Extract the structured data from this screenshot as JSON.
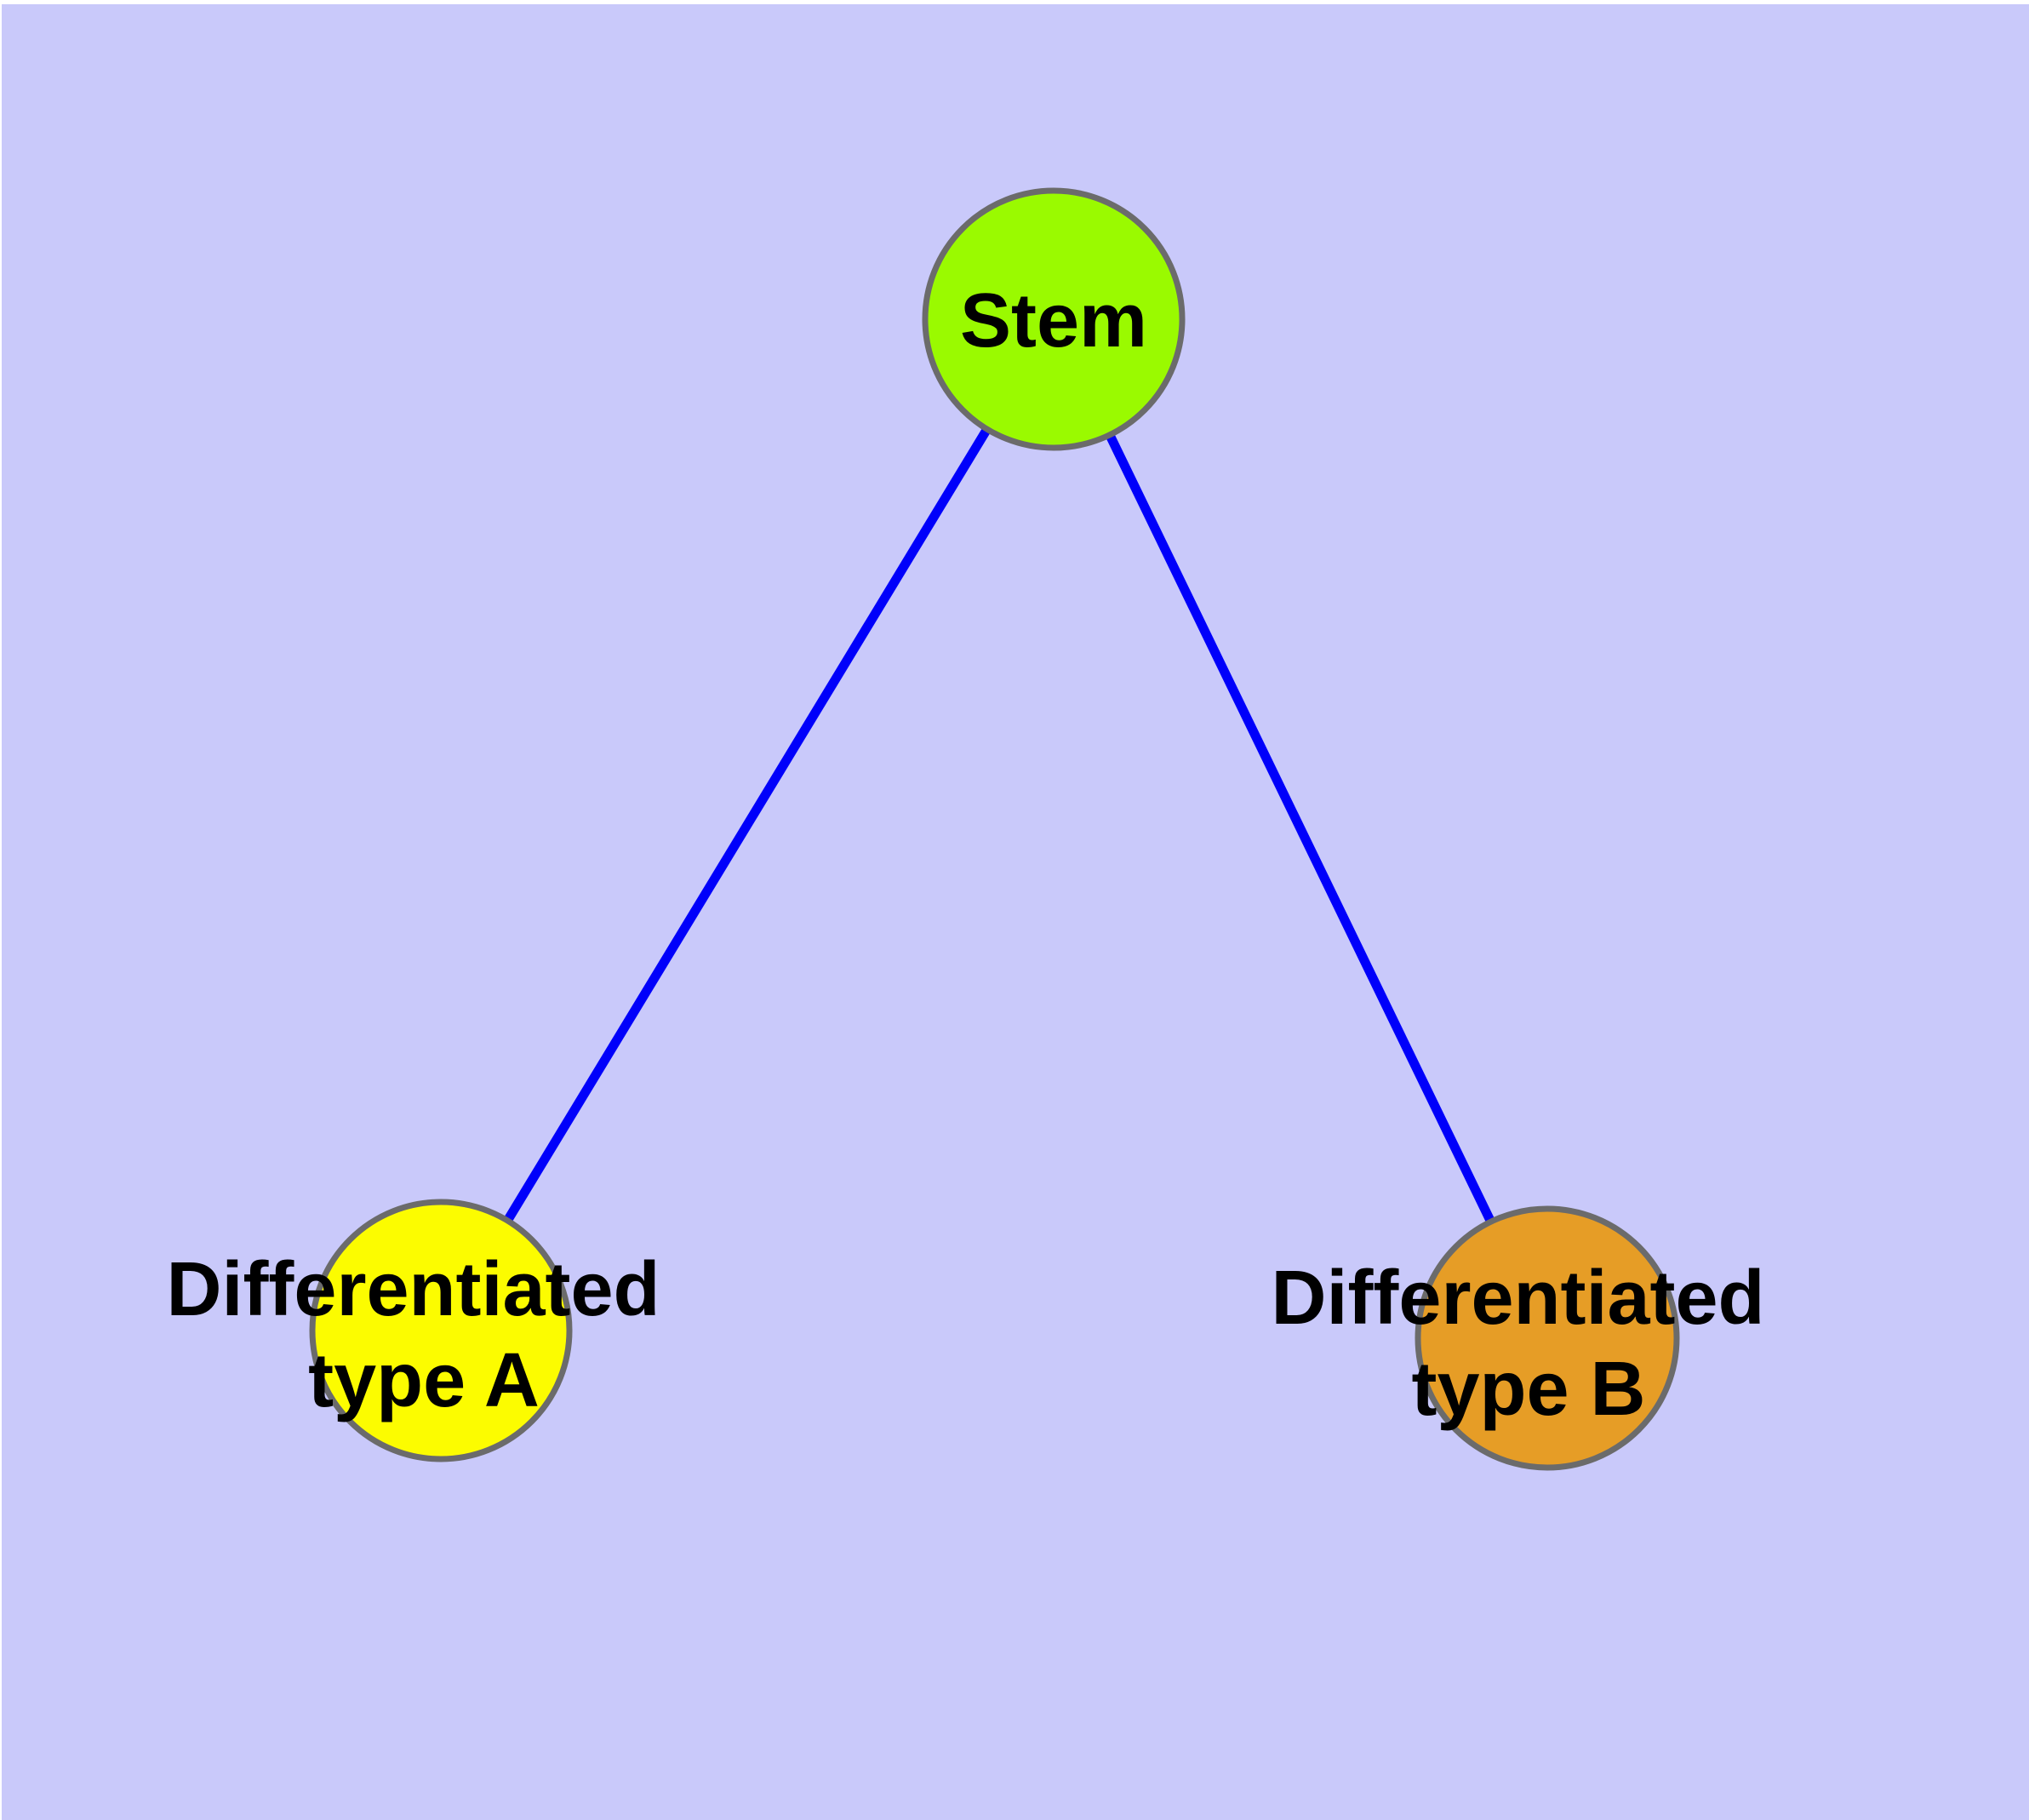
{
  "diagram": {
    "type": "undirected-graph",
    "description": "Cell differentiation tree: one stem node connected to two differentiated cell type nodes",
    "colors": {
      "page_margin": "#ffffff",
      "background": "#c9c9fa",
      "edge": "#0000fa",
      "node_border": "#6b6b6b",
      "label_text": "#000000"
    },
    "nodes": [
      {
        "id": "stem",
        "label": "Stem",
        "label_lines": [
          "Stem"
        ],
        "fill": "#9afa00"
      },
      {
        "id": "differentiated-type-a",
        "label": "Differentiated type A",
        "label_lines": [
          "Differentiated",
          "type A"
        ],
        "fill": "#fcfc00"
      },
      {
        "id": "differentiated-type-b",
        "label": "Differentiated type B",
        "label_lines": [
          "Differentiated",
          "type B"
        ],
        "fill": "#e69d26"
      }
    ],
    "edges": [
      {
        "from": "Stem",
        "to": "Differentiated type A"
      },
      {
        "from": "Stem",
        "to": "Differentiated type B"
      }
    ]
  }
}
